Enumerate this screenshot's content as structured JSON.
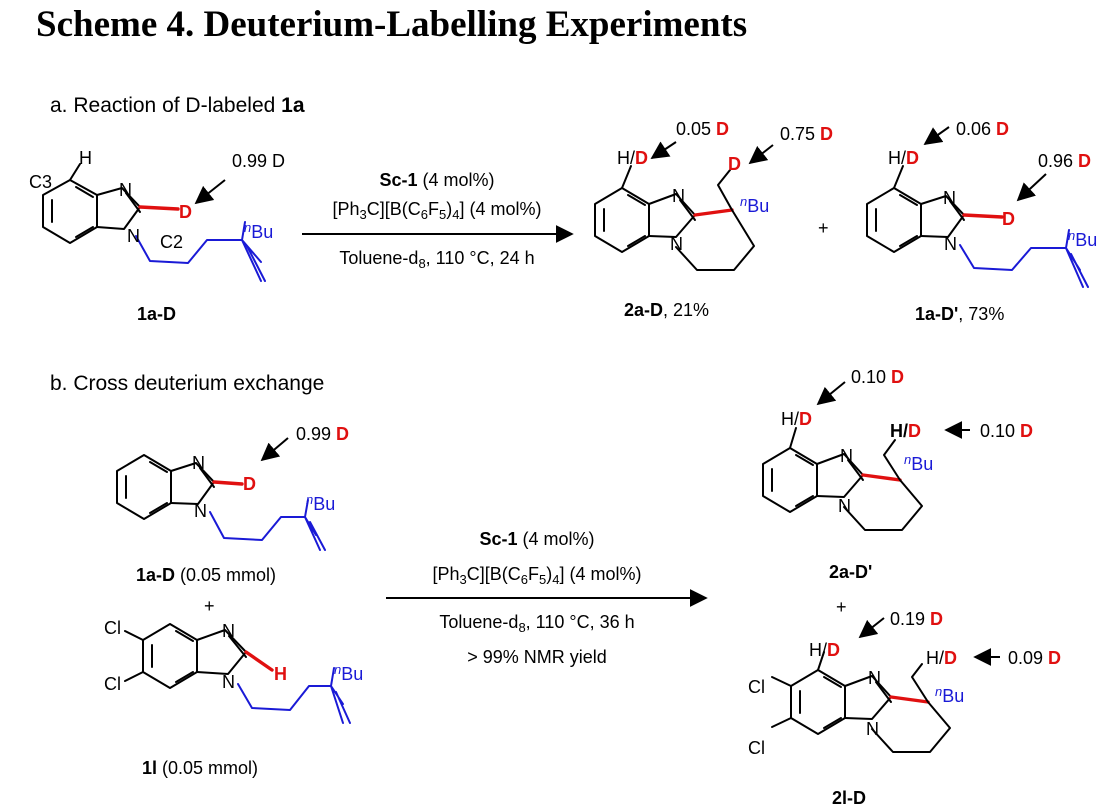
{
  "title": "Scheme 4. Deuterium-Labelling Experiments",
  "section_a": {
    "heading_text": "a. Reaction of D-labeled ",
    "heading_bold": "1a",
    "reactant": {
      "label": "1a-D",
      "labels": {
        "h_top": "H",
        "c3": "C3",
        "c2": "C2",
        "d_c2": "0.99 D"
      }
    },
    "conditions": {
      "catalyst_bold": "Sc-1",
      "catalyst_amount": " (4 mol%)",
      "activator": "[Ph3C][B(C6F5)4] (4 mol%)",
      "solvent": "Toluene-d8, 110 °C, 24 h"
    },
    "plus": "+",
    "product": {
      "label": "2a-D",
      "yield": ", 21%",
      "labels": {
        "d_aryl": "0.05 D",
        "d_methyl": "0.75 D"
      }
    },
    "recovered": {
      "label": "1a-D'",
      "yield": ", 73%",
      "labels": {
        "d_aryl": "0.06 D",
        "d_c2": "0.96 D"
      }
    }
  },
  "section_b": {
    "heading": "b. Cross deuterium exchange",
    "reactant1": {
      "label": "1a-D",
      "amount": " (0.05 mmol)",
      "labels": {
        "d_c2": "0.99 D"
      }
    },
    "plus": "+",
    "reactant2": {
      "label": "1l",
      "amount": " (0.05 mmol)"
    },
    "conditions": {
      "catalyst_bold": "Sc-1",
      "catalyst_amount": " (4 mol%)",
      "activator": "[Ph3C][B(C6F5)4] (4 mol%)",
      "solvent": "Toluene-d8, 110 °C, 36 h",
      "yield": "> 99% NMR yield"
    },
    "product1": {
      "label": "2a-D'",
      "labels": {
        "d_aryl": "0.10 D",
        "d_methyl": "0.10 D"
      }
    },
    "product2": {
      "label": "2l-D",
      "labels": {
        "d_aryl": "0.19 D",
        "d_methyl": "0.09 D"
      }
    }
  },
  "atoms": {
    "N": "N",
    "H": "H",
    "D": "D",
    "HD": "H/D",
    "Cl": "Cl",
    "nBu": "nBu"
  },
  "colors": {
    "deuterium": "#e01010",
    "chain": "#1a1ad6",
    "new_bond": "#e01010",
    "text": "#000000"
  }
}
